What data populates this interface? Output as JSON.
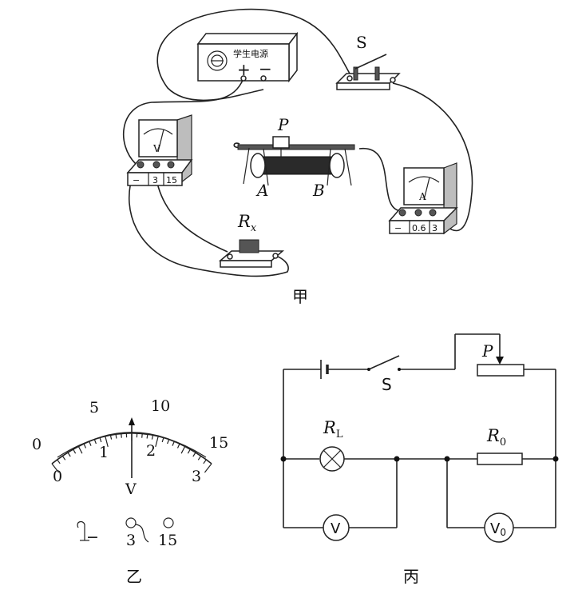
{
  "fig_jia": {
    "power_supply_label": "学生电源",
    "plus": "+",
    "minus": "−",
    "switch_label": "S",
    "slider_label": "P",
    "end_a": "A",
    "end_b": "B",
    "voltmeter_face": "V",
    "voltmeter_terminals": [
      "−",
      "3",
      "15"
    ],
    "ammeter_face": "A",
    "ammeter_terminals": [
      "−",
      "0.6",
      "3"
    ],
    "resistor_main": "R",
    "resistor_sub": "x",
    "caption": "甲"
  },
  "fig_yi": {
    "top_scale": [
      "0",
      "5",
      "10",
      "15"
    ],
    "bottom_scale": [
      "0",
      "1",
      "2",
      "3"
    ],
    "unit": "V",
    "terminals": [
      "−",
      "3",
      "15"
    ],
    "needle_reading": 1.5,
    "caption": "乙"
  },
  "fig_bing": {
    "switch_label": "S",
    "slider_label": "P",
    "lamp_main": "R",
    "lamp_sub": "L",
    "resistor_main": "R",
    "resistor_sub": "0",
    "voltmeter1": "V",
    "voltmeter2_main": "V",
    "voltmeter2_sub": "0",
    "caption": "丙"
  }
}
